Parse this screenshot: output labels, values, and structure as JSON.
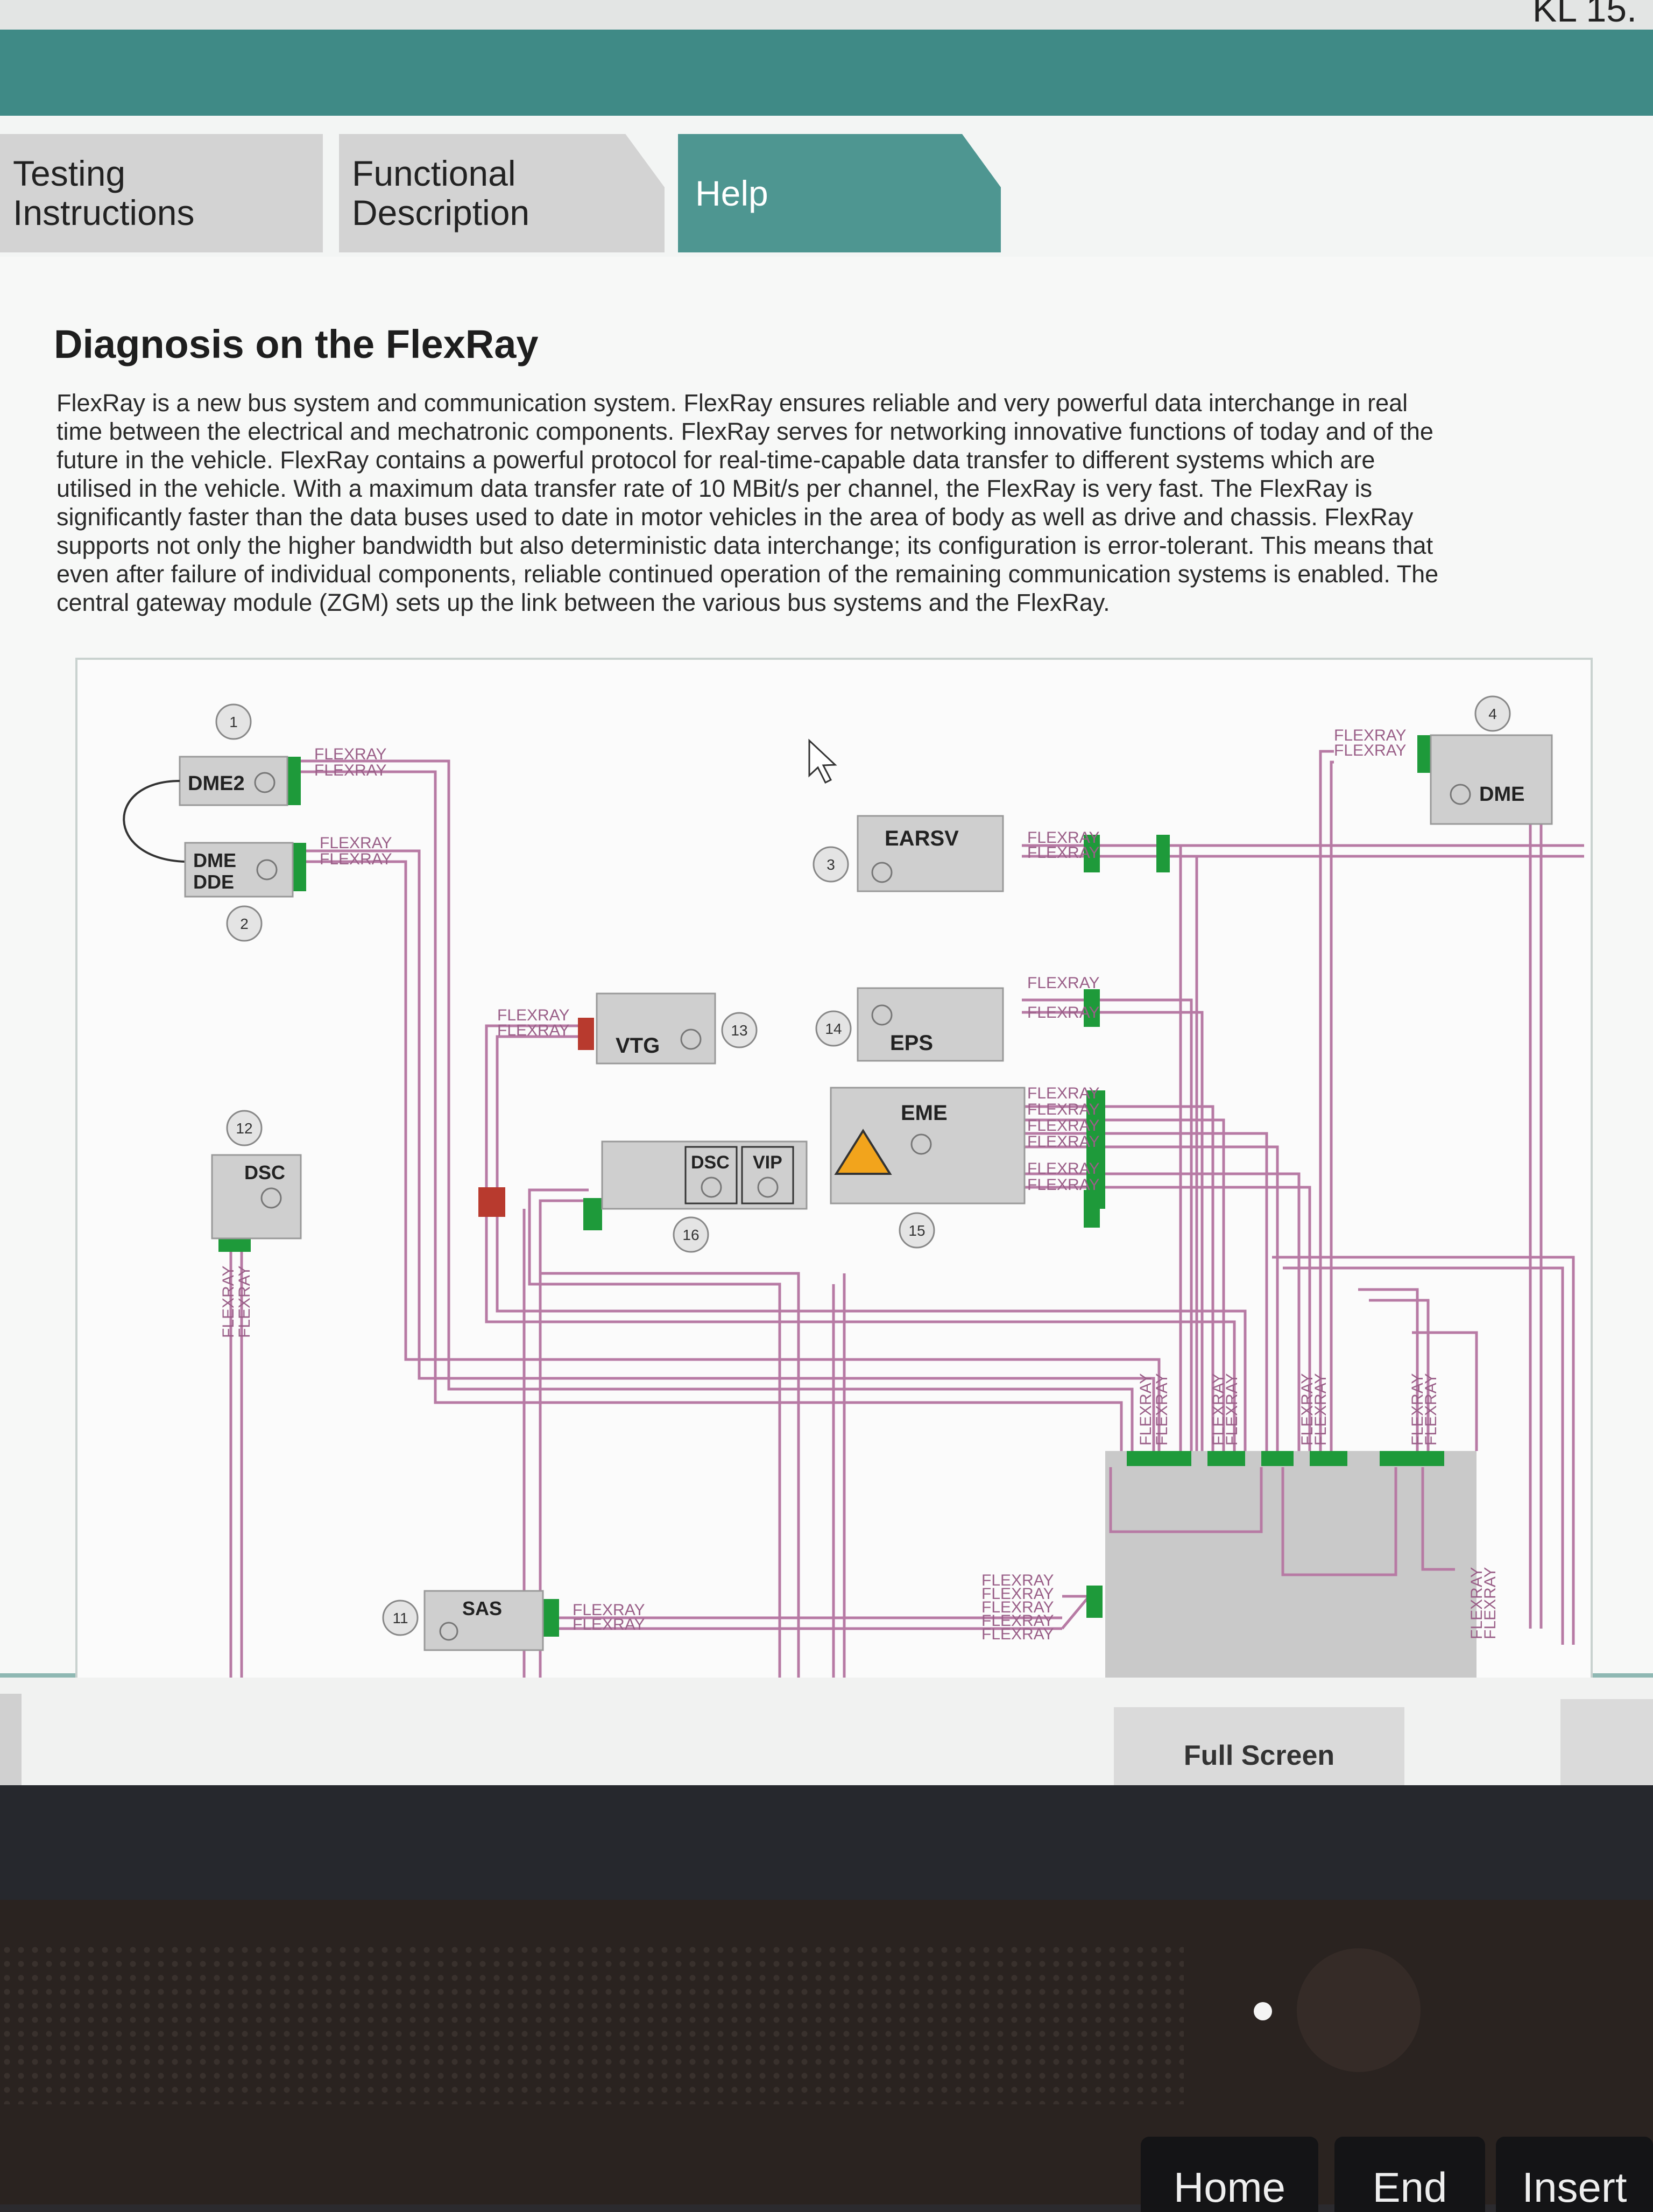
{
  "top_right_label": "KL 15.",
  "tabs": [
    {
      "label": "Testing Instructions",
      "active": false
    },
    {
      "label": "Functional Description",
      "active": false
    },
    {
      "label": "Help",
      "active": true
    }
  ],
  "heading": "Diagnosis on the FlexRay",
  "paragraph": "FlexRay is a new bus system and communication system. FlexRay ensures reliable and very powerful data interchange in real time between the electrical and mechatronic components. FlexRay serves for networking innovative functions of today and of the future in the vehicle. FlexRay contains a powerful protocol for real-time-capable data transfer to different systems which are utilised in the vehicle. With a maximum data transfer rate of 10 MBit/s per channel, the FlexRay is very fast. The FlexRay is significantly faster than the data buses used to date in motor vehicles in the area of body as well as drive and chassis. FlexRay supports not only the higher bandwidth but also deterministic data interchange; its configuration is error-tolerant. This means that even after failure of individual components, reliable continued operation of the remaining communication systems is enabled. The central gateway module (ZGM) sets up the link between the various bus systems and the FlexRay.",
  "diagram": {
    "bus_label": "FLEXRAY",
    "modules": {
      "dme2": "DME2",
      "dme_dde_1": "DME",
      "dme_dde_2": "DDE",
      "earsv": "EARSV",
      "dme_right": "DME",
      "vtg": "VTG",
      "eps": "EPS",
      "eme": "EME",
      "dsc_left": "DSC",
      "dsc": "DSC",
      "vip": "VIP",
      "sas": "SAS"
    },
    "numbers": [
      "1",
      "2",
      "3",
      "4",
      "11",
      "12",
      "13",
      "14",
      "15",
      "16"
    ],
    "colors": {
      "bus_line": "#b77aa4",
      "connector": "#1e9a3a",
      "connector_red": "#b83a2e",
      "module": "#cfcfcf"
    }
  },
  "footer": {
    "full_screen_label": "Full Screen"
  },
  "keyboard": {
    "keys": [
      "Home",
      "End",
      "Insert"
    ]
  }
}
